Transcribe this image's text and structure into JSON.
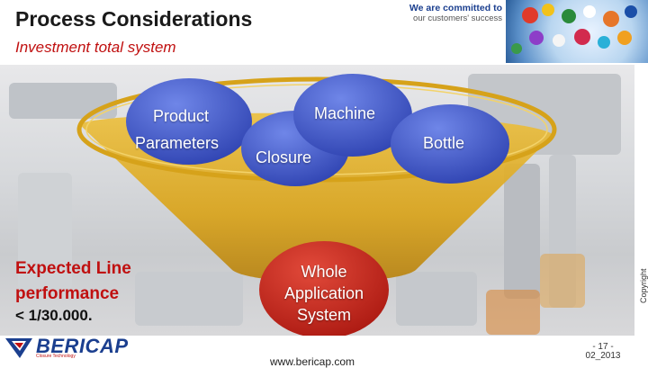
{
  "header": {
    "title": "Process Considerations",
    "subtitle": "Investment total system",
    "tagline_line1": "We are committed to",
    "tagline_line2": "our customers' success"
  },
  "funnel": {
    "inputs": [
      {
        "label_line1": "Product",
        "label_line2": "Parameters"
      },
      {
        "label": "Closure"
      },
      {
        "label": "Machine"
      },
      {
        "label": "Bottle"
      }
    ],
    "output": {
      "line1": "Whole",
      "line2": "Application",
      "line3": "System"
    }
  },
  "performance": {
    "line1": "Expected Line",
    "line2": "performance",
    "value": "< 1/30.000."
  },
  "footer": {
    "logo": "BERICAP",
    "logo_sub": "Closure Technology",
    "url": "www.bericap.com",
    "page": "- 17 -",
    "date": "02_2013",
    "copyright": "Copyright"
  },
  "colors": {
    "title_red": "#c01010",
    "funnel_gold": "#e2ad1c",
    "circle_blue": "#3e55c8",
    "output_red": "#c8231c"
  }
}
